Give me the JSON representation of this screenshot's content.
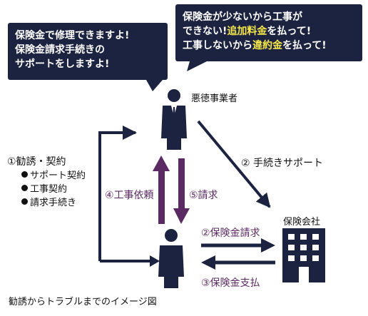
{
  "bubble_left": {
    "lines": [
      "保険金で修理できますよ!",
      "保険金請求手続きの",
      "サポートをしますよ!"
    ]
  },
  "bubble_right": {
    "line1": "保険金が少ないから工事が",
    "line2_pre": "できない!",
    "line2_hl": "追加料金",
    "line2_post": "を払って!",
    "line3_pre": "工事しないから",
    "line3_hl": "違約金",
    "line3_post": "を払って!"
  },
  "nodes": {
    "contractor": "悪徳事業者",
    "insurer": "保険会社"
  },
  "edges": {
    "solicit": "①勧誘・契約",
    "solicit_items": [
      "サポート契約",
      "工事契約",
      "請求手続き"
    ],
    "support": "② 手続きサポート",
    "claim": "②保険金請求",
    "payment": "③保険金支払",
    "request_work": "④工事依頼",
    "bill": "⑤請求"
  },
  "caption": "勧誘からトラブルまでのイメージ図",
  "colors": {
    "navy": "#1c2340",
    "purple": "#5b2a63",
    "highlight": "#f6e84a"
  }
}
